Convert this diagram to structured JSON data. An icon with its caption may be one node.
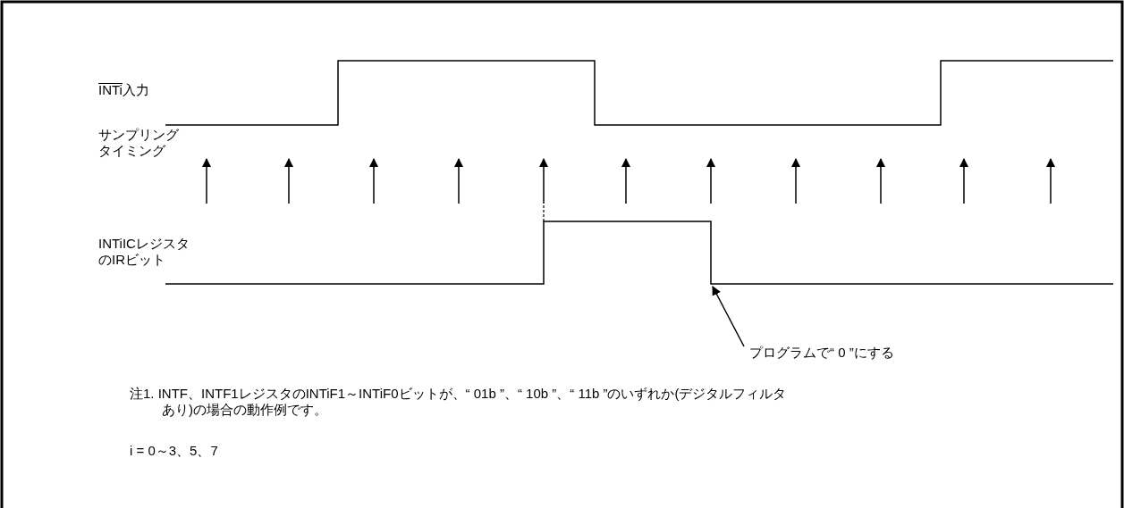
{
  "diagram": {
    "nodes": [
      {
        "text": [
          "プログラムで“ 0 ”にする"
        ]
      },
      {
        "text": [],
        "shape": "line"
      }
    ],
    "edges": [
      {
        "from": 0,
        "to": 1,
        "arrow": "to"
      }
    ],
    "labels": [
      "INTi入力",
      "サンプリングタイミング",
      "INTiICレジスタのIRビット",
      "注1. INTF、INTF1レジスタのINTiF1～INTiF0ビットが、“ 01b ”、“ 10b ”、“ 11b ”のいずれか(デジタルフィルタあり)の場合の動作例です。",
      "i = 0～3、5、7"
    ]
  }
}
